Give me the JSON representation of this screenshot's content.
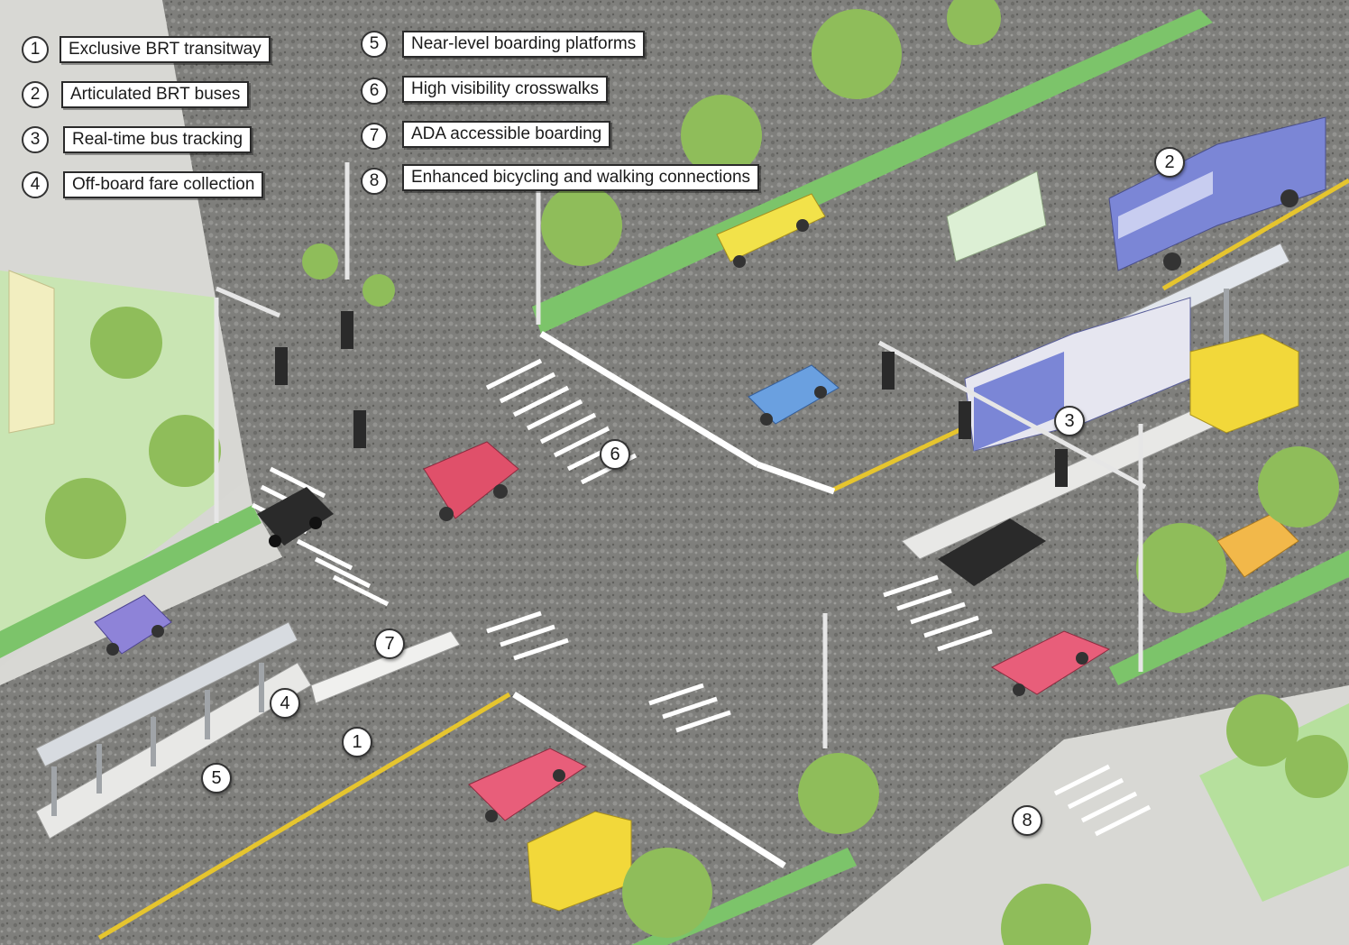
{
  "legend": [
    {
      "num": "1",
      "label": "Exclusive BRT transitway"
    },
    {
      "num": "2",
      "label": "Articulated BRT buses"
    },
    {
      "num": "3",
      "label": "Real-time bus tracking"
    },
    {
      "num": "4",
      "label": "Off-board fare collection"
    },
    {
      "num": "5",
      "label": "Near-level boarding platforms"
    },
    {
      "num": "6",
      "label": "High visibility crosswalks"
    },
    {
      "num": "7",
      "label": "ADA accessible boarding"
    },
    {
      "num": "8",
      "label": "Enhanced bicycling and walking connections"
    }
  ],
  "callouts": [
    "1",
    "2",
    "3",
    "4",
    "5",
    "6",
    "7",
    "8"
  ],
  "colors": {
    "road": "#7d7d7a",
    "sidewalk": "#d9d9d6",
    "grass": "#7cc46a",
    "tree": "#8fbd5a",
    "lane_marking": "#ffffff",
    "center_line": "#e6c52e",
    "brt_bus": "#7b86d6",
    "taxi": "#f2e24a",
    "red_car": "#e0506a",
    "blue_car": "#6aa0e0"
  }
}
